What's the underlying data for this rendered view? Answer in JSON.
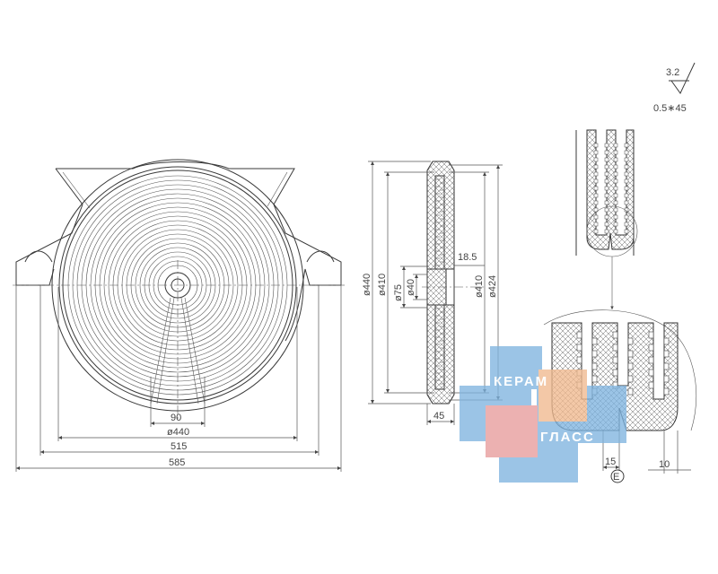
{
  "surface_finish": {
    "roughness": "3.2",
    "chamfer": "0.5∗45"
  },
  "front_view": {
    "dimensions": [
      "90",
      "ø440",
      "515",
      "585"
    ]
  },
  "section_view": {
    "dimensions_left": [
      "ø440",
      "ø410",
      "ø75",
      "ø40"
    ],
    "dimensions_right": [
      "18.5",
      "ø410",
      "ø424"
    ],
    "width": "45"
  },
  "detail_view": {
    "dimensions": [
      "15",
      "10"
    ],
    "marker": "E"
  },
  "watermark": {
    "line1": "КЕРАМ",
    "line2": "ГЛАСС"
  },
  "colors": {
    "line": "#3a3a3a",
    "logo_blue": "#7fb4df",
    "logo_peach": "#f0b98f",
    "logo_pink": "#e79c9c"
  }
}
